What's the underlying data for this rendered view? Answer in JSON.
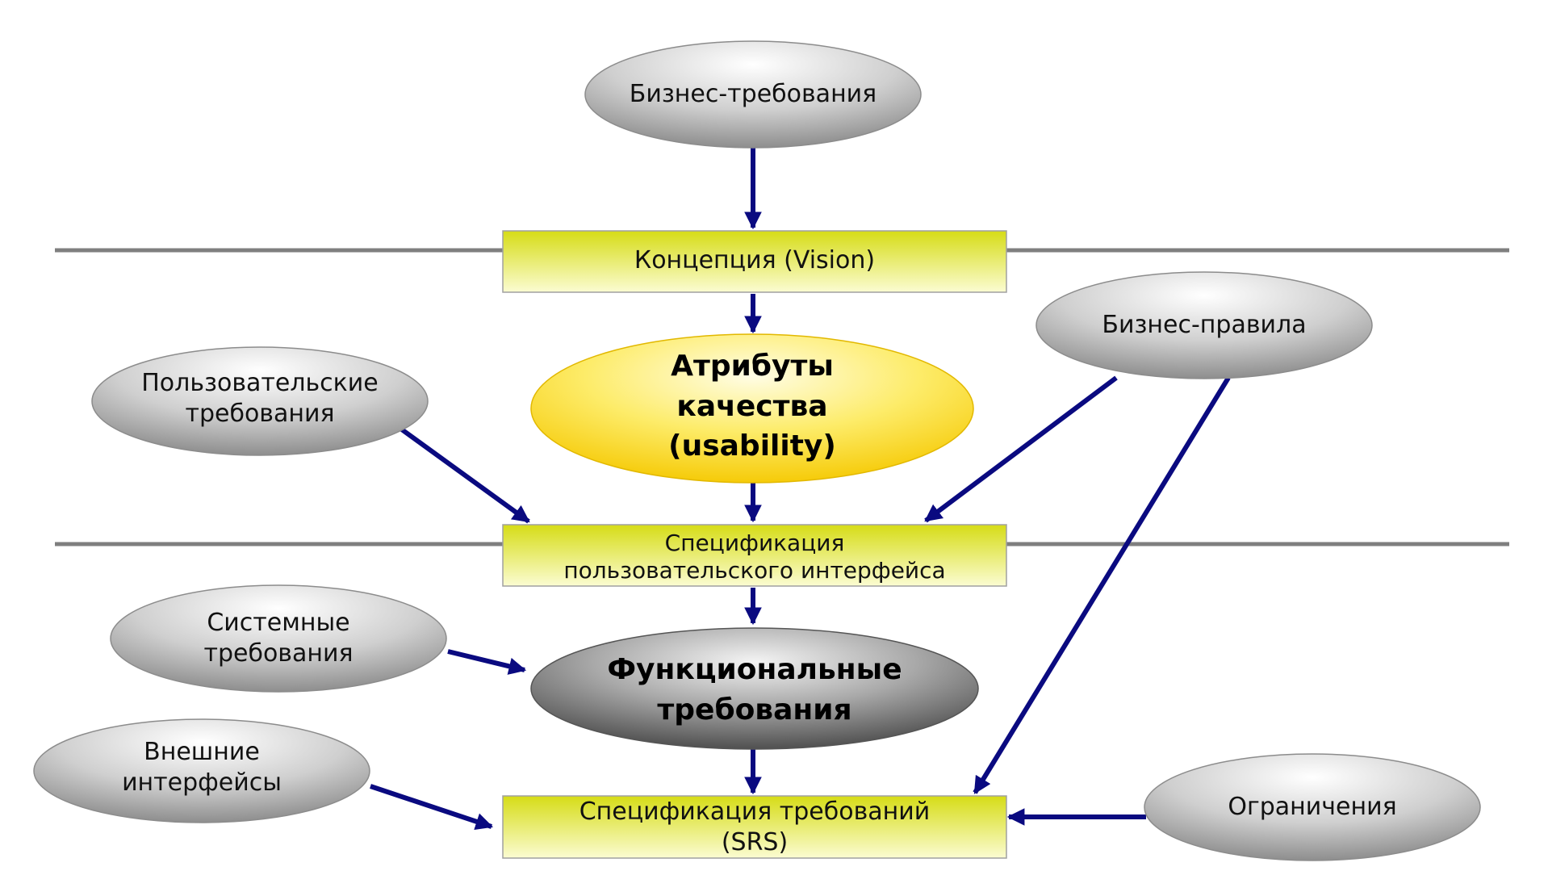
{
  "nodes": {
    "business_requirements": "Бизнес-требования",
    "vision": "Концепция (Vision)",
    "business_rules": "Бизнес-правила",
    "user_requirements": [
      "Пользовательские",
      "требования"
    ],
    "quality_attributes": [
      "Атрибуты",
      "качества",
      "(usability)"
    ],
    "ui_spec": [
      "Спецификация",
      "пользовательского интерфейса"
    ],
    "system_requirements": [
      "Системные",
      "требования"
    ],
    "functional_requirements": [
      "Функциональные",
      "требования"
    ],
    "external_interfaces": [
      "Внешние",
      "интерфейсы"
    ],
    "srs": [
      "Спецификация требований",
      "(SRS)"
    ],
    "constraints": "Ограничения"
  },
  "colors": {
    "arrow": "#0a0a80",
    "divider": "#7f7f7f",
    "box_fill_top": "#d6dc16",
    "box_fill_bottom": "#fbfcd2",
    "quality_ellipse": "#fde44c",
    "gray_ellipse": "#b0b0b0"
  }
}
